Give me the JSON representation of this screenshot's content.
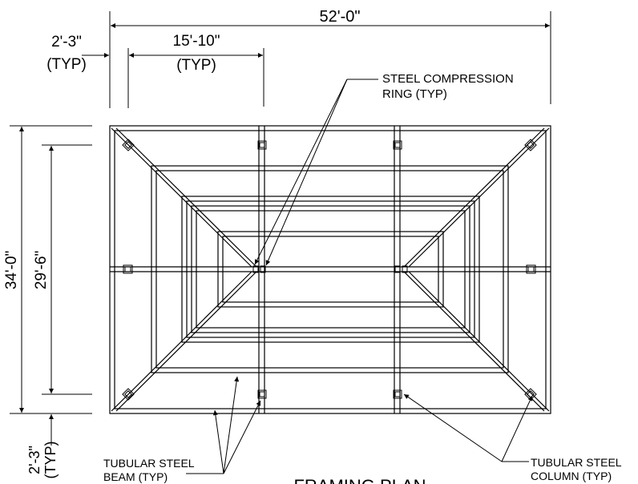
{
  "dimensions": {
    "overall_width": "52'-0\"",
    "side_offset": "2'-3\"",
    "side_offset_typ": "(TYP)",
    "bay_width": "15'-10\"",
    "bay_width_typ": "(TYP)",
    "overall_depth": "34'-0\"",
    "inner_depth": "29'-6\"",
    "bottom_offset": "2'-3\"",
    "bottom_offset_typ": "(TYP)"
  },
  "labels": {
    "compression_ring_line1": "STEEL COMPRESSION",
    "compression_ring_line2": "RING (TYP)",
    "beam_line1": "TUBULAR STEEL",
    "beam_line2": "BEAM (TYP)",
    "column_line1": "TUBULAR STEEL",
    "column_line2": "COLUMN (TYP)",
    "plan_title": "FRAMING PLAN"
  }
}
